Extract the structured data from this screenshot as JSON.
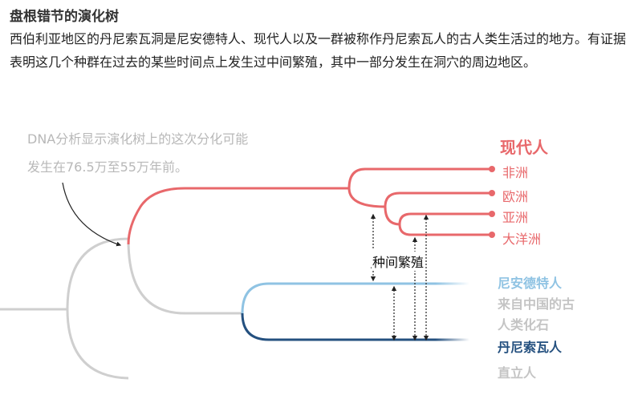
{
  "title": "盘根错节的演化树",
  "intro": "西伯利亚地区的丹尼索瓦洞是尼安德特人、现代人以及一群被称作丹尼索瓦人的古人类生活过的地方。有证据表明这几个种群在过去的某些时间点上发生过中间繁殖，其中一部分发生在洞穴的周边地区。",
  "annotation": {
    "line1": "DNA分析显示演化树上的这次分化可能",
    "line2": "发生在76.5万至55万年前。"
  },
  "groups": {
    "modern": "现代人",
    "africa": "非洲",
    "europe": "欧洲",
    "asia": "亚洲",
    "oceania": "大洋洲",
    "neanderthal": "尼安德特人",
    "china_fossil_1": "来自中国的古",
    "china_fossil_2": "人类化石",
    "denisovan": "丹尼索瓦人",
    "erectus": "直立人"
  },
  "interbreeding_label": "种间繁殖",
  "colors": {
    "modern": "#e8686b",
    "neanderthal": "#8fc3e3",
    "denisovan": "#24507f",
    "archaic": "#cfcfcf",
    "text_gray": "#b8b8b8"
  }
}
